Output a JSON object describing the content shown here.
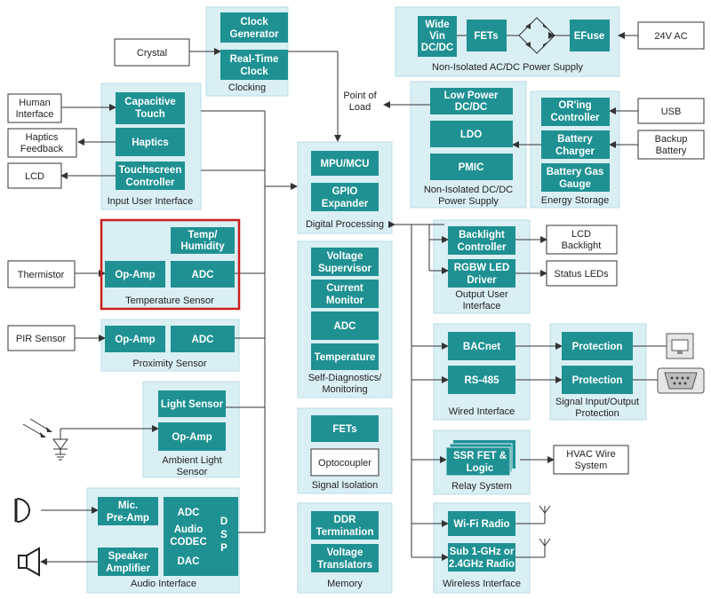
{
  "external": {
    "crystal": "Crystal",
    "human_interface": [
      "Human",
      "Interface"
    ],
    "haptics_feedback": [
      "Haptics",
      "Feedback"
    ],
    "lcd": "LCD",
    "thermistor": "Thermistor",
    "pir_sensor": "PIR Sensor",
    "ac_24v": "24V AC",
    "point_of_load": [
      "Point of",
      "Load"
    ],
    "usb": "USB",
    "backup_battery": [
      "Backup",
      "Battery"
    ],
    "lcd_backlight": [
      "LCD",
      "Backlight"
    ],
    "status_leds": "Status LEDs",
    "hvac_wire_system": [
      "HVAC Wire",
      "System"
    ]
  },
  "groups": {
    "clocking": {
      "title": "Clocking",
      "clock_generator": [
        "Clock",
        "Generator"
      ],
      "realtime_clock": [
        "Real-Time",
        "Clock"
      ]
    },
    "ac_dc": {
      "title": "Non-Isolated AC/DC Power Supply",
      "wide_vin": [
        "Wide",
        "Vin",
        "DC/DC"
      ],
      "fets": "FETs",
      "efuse": "EFuse"
    },
    "dc_dc": {
      "title": [
        "Non-Isolated DC/DC",
        "Power Supply"
      ],
      "low_power": [
        "Low Power",
        "DC/DC"
      ],
      "ldo": "LDO",
      "pmic": "PMIC"
    },
    "energy": {
      "title": "Energy Storage",
      "oring": [
        "OR'ing",
        "Controller"
      ],
      "charger": [
        "Battery",
        "Charger"
      ],
      "gauge": [
        "Battery Gas",
        "Gauge"
      ]
    },
    "input_ui": {
      "title": "Input User Interface",
      "touch": [
        "Capacitive",
        "Touch"
      ],
      "haptics": "Haptics",
      "touch_ctrl": [
        "Touchscreen",
        "Controller"
      ]
    },
    "digital": {
      "title": "Digital Processing",
      "mpu": "MPU/MCU",
      "gpio": [
        "GPIO",
        "Expander"
      ]
    },
    "temp": {
      "title": "Temperature Sensor",
      "temp_humidity": [
        "Temp/",
        "Humidity"
      ],
      "opamp": "Op-Amp",
      "adc": "ADC"
    },
    "prox": {
      "title": "Proximity Sensor",
      "opamp": "Op-Amp",
      "adc": "ADC"
    },
    "diag": {
      "title": [
        "Self-Diagnostics/",
        "Monitoring"
      ],
      "voltage_sup": [
        "Voltage",
        "Supervisor"
      ],
      "current_mon": [
        "Current",
        "Monitor"
      ],
      "adc": "ADC",
      "temperature": "Temperature"
    },
    "output_ui": {
      "title": [
        "Output User",
        "Interface"
      ],
      "backlight": [
        "Backlight",
        "Controller"
      ],
      "rgbw": [
        "RGBW LED",
        "Driver"
      ]
    },
    "wired": {
      "title": "Wired Interface",
      "bacnet": "BACnet",
      "rs485": "RS-485"
    },
    "signal_io": {
      "title": [
        "Signal Input/Output",
        "Protection"
      ],
      "protection1": "Protection",
      "protection2": "Protection"
    },
    "light": {
      "title": [
        "Ambient Light",
        "Sensor"
      ],
      "sensor": "Light Sensor",
      "opamp": "Op-Amp"
    },
    "isolation": {
      "title": "Signal Isolation",
      "fets": "FETs",
      "opto": "Optocoupler"
    },
    "relay": {
      "title": "Relay System",
      "ssr": [
        "SSR FET &",
        "Logic"
      ]
    },
    "audio": {
      "title": "Audio Interface",
      "mic": [
        "Mic.",
        "Pre-Amp"
      ],
      "speaker": [
        "Speaker",
        "Amplifier"
      ],
      "adc": "ADC",
      "codec": [
        "Audio",
        "CODEC"
      ],
      "dac": "DAC",
      "dsp": [
        "D",
        "S",
        "P"
      ]
    },
    "memory": {
      "title": "Memory",
      "ddr": [
        "DDR",
        "Termination"
      ],
      "vtrans": [
        "Voltage",
        "Translators"
      ]
    },
    "wireless": {
      "title": "Wireless Interface",
      "wifi": "Wi-Fi Radio",
      "subghz": [
        "Sub 1-GHz or",
        "2.4GHz Radio"
      ]
    }
  },
  "colors": {
    "block": "#1f9193",
    "group": "#d9eff4",
    "highlight": "#cc1f1f"
  }
}
